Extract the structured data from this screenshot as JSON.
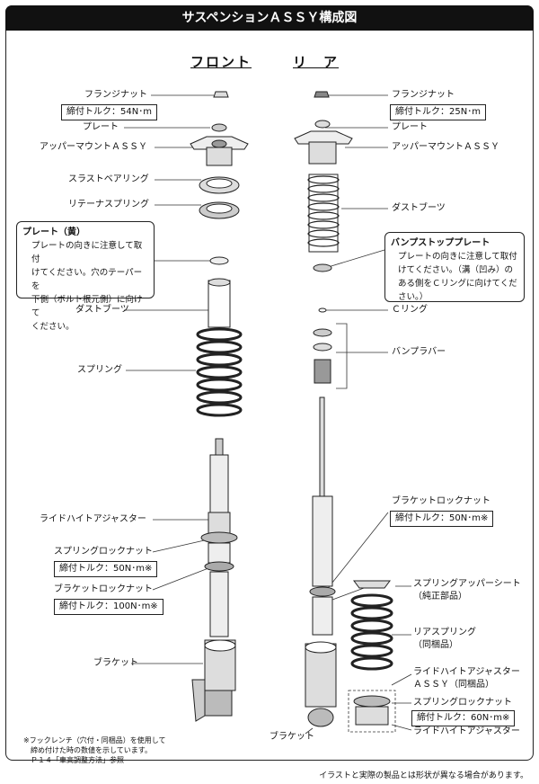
{
  "title": "サスペンションＡＳＳＹ構成図",
  "headers": {
    "front": "フロント",
    "rear": "リ　ア"
  },
  "front": {
    "flange_nut": "フランジナット",
    "flange_torque": "締付トルク：54N･m",
    "plate": "プレート",
    "upper_mount": "アッパーマウントＡＳＳＹ",
    "thrust_bearing": "スラストベアリング",
    "retainer_spring": "リテーナスプリング",
    "plate_note_title": "プレート（黄）",
    "plate_note_lines": [
      "プレートの向きに注意して取付",
      "けてください。穴のテーパーを",
      "下側（ボルト根元側）に向けて",
      "ください。"
    ],
    "dust_boot": "ダストブーツ",
    "spring": "スプリング",
    "ride_height_adjuster": "ライドハイトアジャスター",
    "spring_lock_nut": "スプリングロックナット",
    "spring_lock_torque": "締付トルク：50N･m※",
    "bracket_lock_nut": "ブラケットロックナット",
    "bracket_lock_torque": "締付トルク：100N･m※",
    "bracket": "ブラケット"
  },
  "rear": {
    "flange_nut": "フランジナット",
    "flange_torque": "締付トルク：25N･m",
    "plate": "プレート",
    "upper_mount": "アッパーマウントＡＳＳＹ",
    "dust_boot": "ダストブーツ",
    "bump_plate_title": "バンプストッププレート",
    "bump_plate_lines": [
      "プレートの向きに注意して取付",
      "けてください。（溝（凹み）の",
      "ある側をＣリングに向けてくだ",
      "さい。）"
    ],
    "c_ring": "Ｃリング",
    "bump_rubber": "バンプラバー",
    "bracket_lock_nut": "ブラケットロックナット",
    "bracket_lock_torque": "締付トルク：50N･m※",
    "spring_upper_seat": "スプリングアッパーシート",
    "spring_upper_seat_sub": "（純正部品）",
    "rear_spring": "リアスプリング",
    "rear_spring_sub": "（同梱品）",
    "ride_height_assy": "ライドハイトアジャスター",
    "ride_height_assy_sub": "ＡＳＳＹ（同梱品）",
    "spring_lock_nut": "スプリングロックナット",
    "spring_lock_torque": "締付トルク：60N･m※",
    "ride_height_adjuster": "ライドハイトアジャスター",
    "bracket": "ブラケット"
  },
  "footnote": [
    "※フックレンチ（穴付・同梱品）を使用して",
    "　締め付けた時の数値を示しています。",
    "　Ｐ１４「車高調整方法」参照"
  ],
  "disclaimer": "イラストと実際の製品とは形状が異なる場合があります。"
}
